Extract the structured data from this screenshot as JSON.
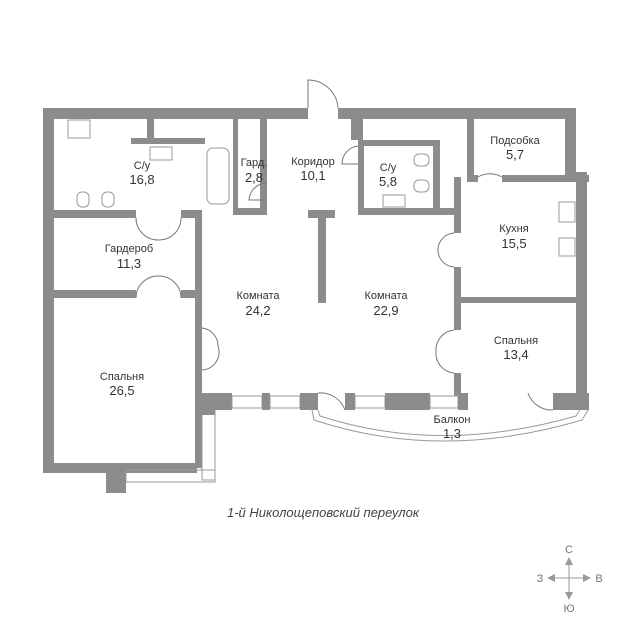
{
  "rooms": [
    {
      "name": "С/у",
      "area": "16,8"
    },
    {
      "name": "Гард.",
      "area": "2,8"
    },
    {
      "name": "Коридор",
      "area": "10,1"
    },
    {
      "name": "С/у",
      "area": "5,8"
    },
    {
      "name": "Подсобка",
      "area": "5,7"
    },
    {
      "name": "Кухня",
      "area": "15,5"
    },
    {
      "name": "Гардероб",
      "area": "11,3"
    },
    {
      "name": "Комната",
      "area": "24,2"
    },
    {
      "name": "Комната",
      "area": "22,9"
    },
    {
      "name": "Спальня",
      "area": "13,4"
    },
    {
      "name": "Спальня",
      "area": "26,5"
    },
    {
      "name": "Балкон",
      "area": "1,3"
    }
  ],
  "street": "1-й Николощеповский переулок",
  "compass": {
    "north": "С",
    "south": "Ю",
    "west": "З",
    "east": "В"
  },
  "colors": {
    "wall": "#8c8c8c",
    "text": "#333333"
  }
}
